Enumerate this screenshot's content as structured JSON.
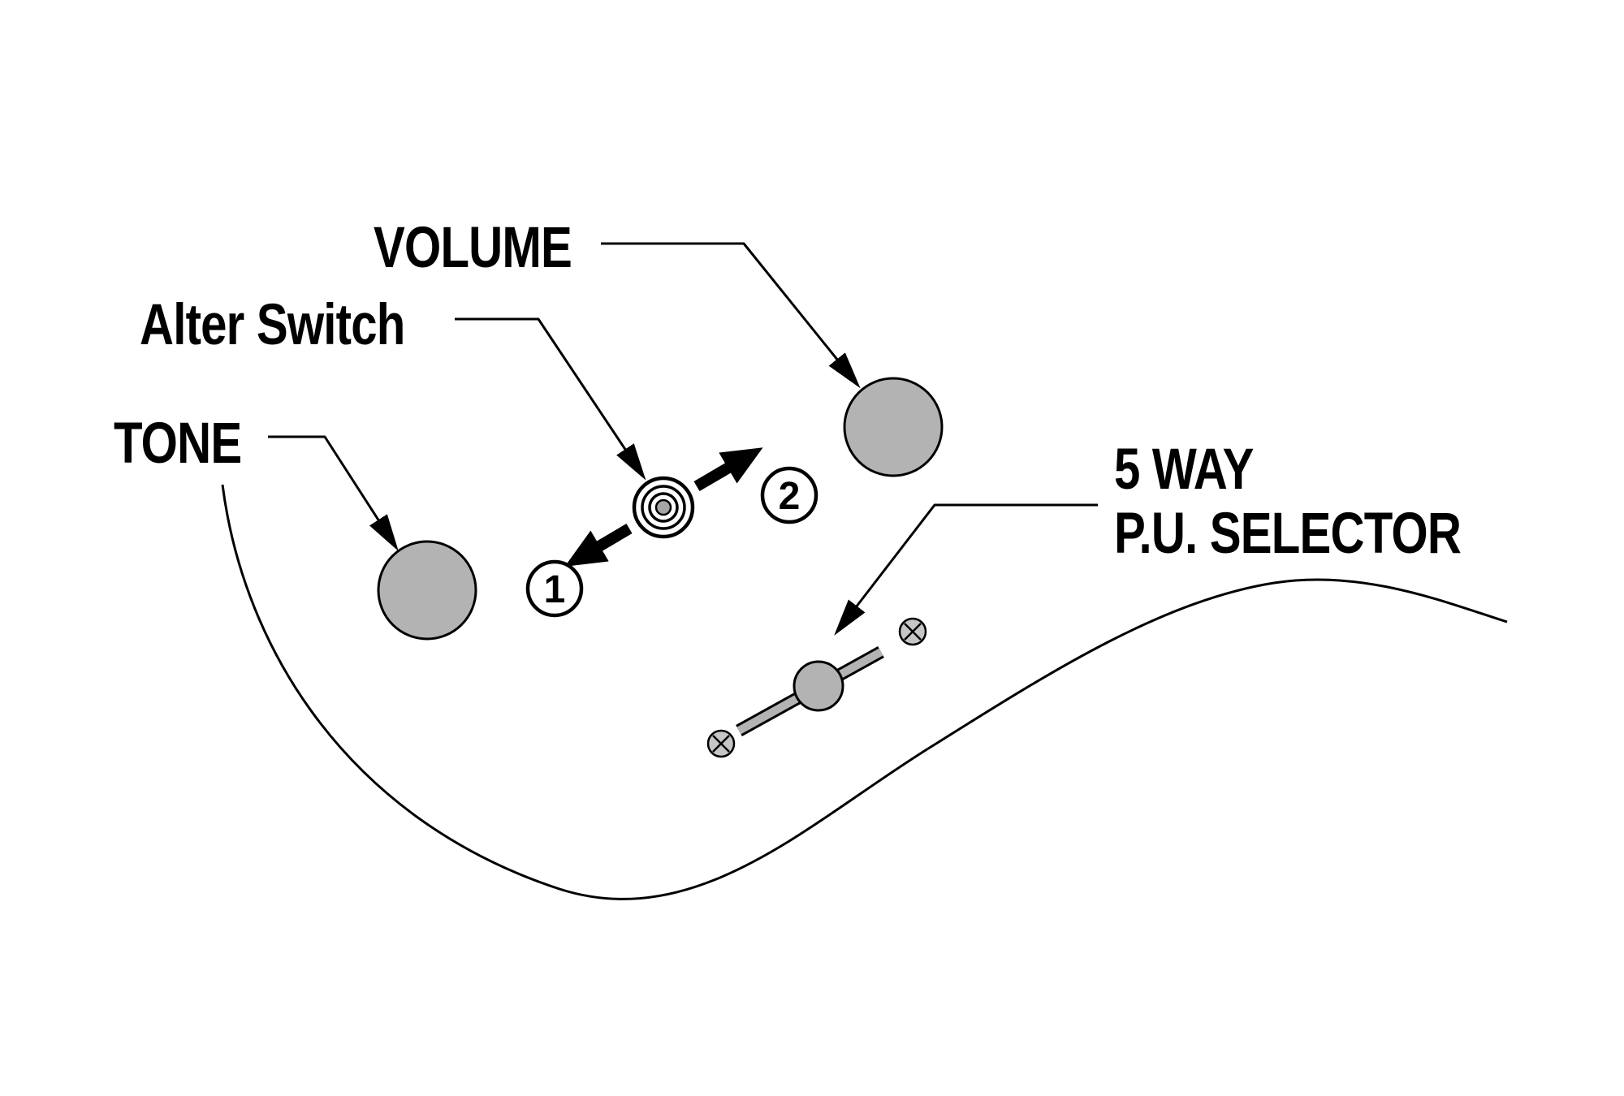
{
  "labels": {
    "volume": "VOLUME",
    "alter_switch": "Alter Switch",
    "tone": "TONE",
    "selector_line1": "5 WAY",
    "selector_line2": "P.U. SELECTOR"
  },
  "switch_positions": {
    "pos1": "1",
    "pos2": "2"
  },
  "colors": {
    "background": "#ffffff",
    "outline": "#000000",
    "knob_fill": "#b3b3b3",
    "lever_fill": "#b3b3b3",
    "screw_fill": "#c6c6c6",
    "ring_center_fill": "#a6a6a6"
  }
}
